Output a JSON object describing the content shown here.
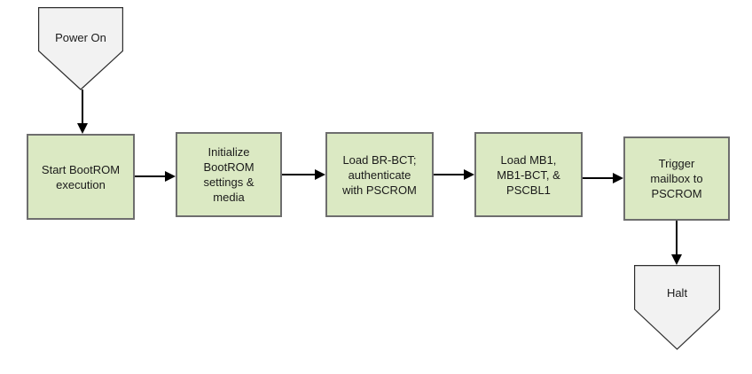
{
  "diagram": {
    "background": "#ffffff",
    "colors": {
      "background": "#ffffff",
      "process_fill": "#dbe9c3",
      "process_border": "#6e6e6e",
      "terminal_fill": "#f2f2f2",
      "terminal_border": "#2e2e2e",
      "arrow": "#000000",
      "text": "#1a1a1a"
    },
    "nodes": {
      "power_on": {
        "label": "Power On",
        "shape": "pentagon-down",
        "type": "terminal"
      },
      "start_bootrom": {
        "label": "Start BootROM\nexecution",
        "shape": "rectangle",
        "type": "process"
      },
      "init_bootrom": {
        "label": "Initialize\nBootROM\nsettings &\nmedia",
        "shape": "rectangle",
        "type": "process"
      },
      "load_brbct": {
        "label": "Load BR-BCT;\nauthenticate\nwith PSCROM",
        "shape": "rectangle",
        "type": "process"
      },
      "load_mb1": {
        "label": "Load MB1,\nMB1-BCT, &\nPSCBL1",
        "shape": "rectangle",
        "type": "process"
      },
      "trigger_mailbox": {
        "label": "Trigger\nmailbox to\nPSCROM",
        "shape": "rectangle",
        "type": "process"
      },
      "halt": {
        "label": "Halt",
        "shape": "pentagon-down",
        "type": "terminal"
      }
    },
    "edges": [
      {
        "from": "power_on",
        "to": "start_bootrom",
        "direction": "down"
      },
      {
        "from": "start_bootrom",
        "to": "init_bootrom",
        "direction": "right"
      },
      {
        "from": "init_bootrom",
        "to": "load_brbct",
        "direction": "right"
      },
      {
        "from": "load_brbct",
        "to": "load_mb1",
        "direction": "right"
      },
      {
        "from": "load_mb1",
        "to": "trigger_mailbox",
        "direction": "right"
      },
      {
        "from": "trigger_mailbox",
        "to": "halt",
        "direction": "down"
      }
    ]
  }
}
